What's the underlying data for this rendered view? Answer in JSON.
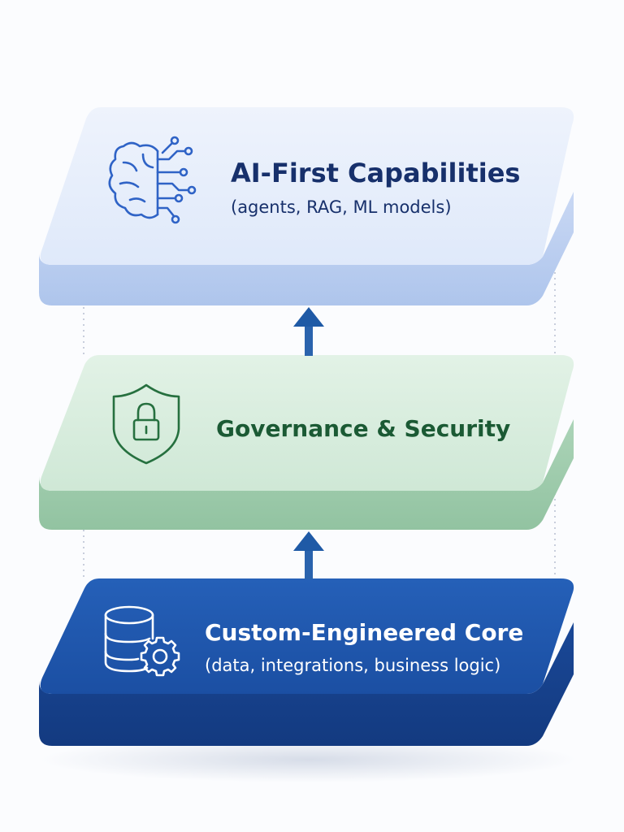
{
  "layers": {
    "top": {
      "title": "AI-First Capabilities",
      "subtitle": "(agents, RAG, ML models)",
      "icon": "brain-circuit-icon"
    },
    "middle": {
      "title": "Governance & Security",
      "icon": "shield-lock-icon"
    },
    "bottom": {
      "title": "Custom-Engineered Core",
      "subtitle": "(data, integrations, business logic)",
      "icon": "database-gear-icon"
    }
  },
  "colors": {
    "top_face": "#e6eefb",
    "top_side": "#b9ccef",
    "top_text": "#17306b",
    "top_icon": "#2f63c6",
    "middle_face": "#d6ecdc",
    "middle_side": "#9fcbac",
    "middle_text": "#1b5a34",
    "middle_icon": "#26703f",
    "bottom_face": "#1f56ad",
    "bottom_side": "#173f8c",
    "bottom_text": "#ffffff",
    "arrow": "#1f5aa6"
  }
}
